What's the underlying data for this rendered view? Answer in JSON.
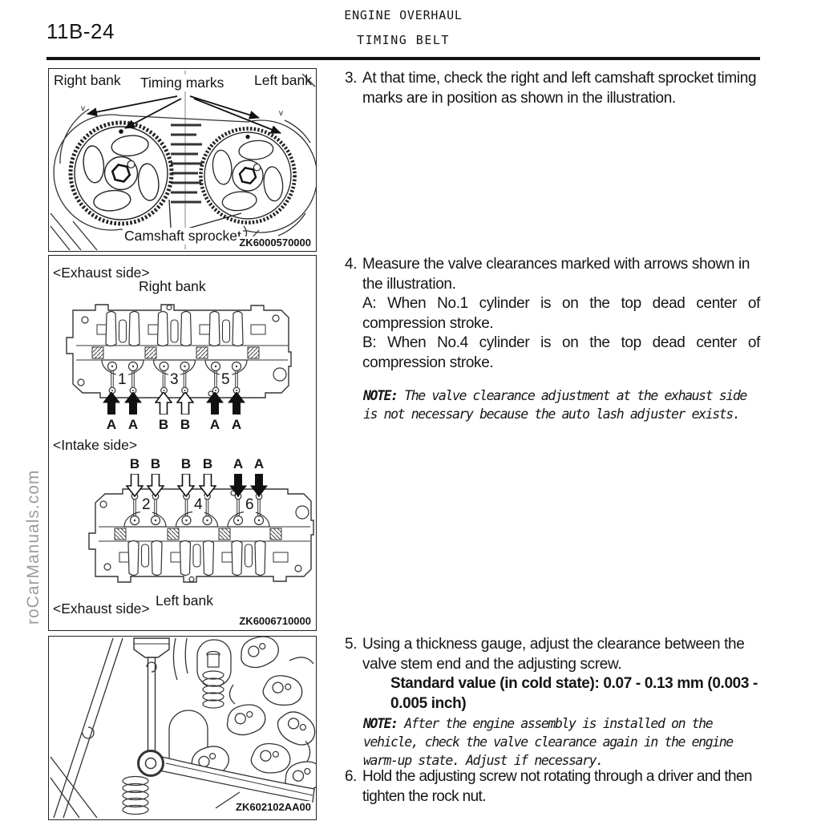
{
  "page": {
    "number": "11B-24",
    "title_line1": "ENGINE OVERHAUL",
    "title_line2": "TIMING BELT",
    "watermark": "roCarManuals.com"
  },
  "figure1": {
    "label_right_bank": "Right bank",
    "label_timing_marks": "Timing marks",
    "label_left_bank": "Left bank",
    "label_camshaft_sprocket": "Camshaft sprocket",
    "code": "ZK6000570000"
  },
  "figure2": {
    "label_exhaust_top": "<Exhaust side>",
    "label_right_bank": "Right bank",
    "label_intake": "<Intake side>",
    "label_left_bank": "Left bank",
    "label_exhaust_bottom": "<Exhaust side>",
    "code": "ZK6006710000",
    "right_bank": {
      "numbers": [
        "1",
        "3",
        "5"
      ],
      "arrows": [
        {
          "letter": "A",
          "filled": true
        },
        {
          "letter": "A",
          "filled": true
        },
        {
          "letter": "B",
          "filled": false
        },
        {
          "letter": "B",
          "filled": false
        },
        {
          "letter": "A",
          "filled": true
        },
        {
          "letter": "A",
          "filled": true
        }
      ]
    },
    "left_bank": {
      "numbers": [
        "2",
        "4",
        "6"
      ],
      "arrows": [
        {
          "letter": "B",
          "filled": false
        },
        {
          "letter": "B",
          "filled": false
        },
        {
          "letter": "B",
          "filled": false
        },
        {
          "letter": "B",
          "filled": false
        },
        {
          "letter": "A",
          "filled": true
        },
        {
          "letter": "A",
          "filled": true
        }
      ]
    }
  },
  "figure3": {
    "code": "ZK602102AA00"
  },
  "steps": {
    "s3": {
      "num": "3.",
      "text": "At that time, check the right and left camshaft sprocket timing marks are in position as shown in the illustration."
    },
    "s4": {
      "num": "4.",
      "text": "Measure the valve clearances marked with arrows shown in the illustration.",
      "a": "A: When No.1 cylinder is on the top dead center of compression stroke.",
      "b": "B: When No.4 cylinder is on the top dead center of compression stroke.",
      "note_label": "NOTE:",
      "note": "The valve clearance adjustment at the exhaust side is not necessary because the auto lash adjuster exists."
    },
    "s5": {
      "num": "5.",
      "text": "Using a thickness gauge, adjust the clearance between the valve stem end and the adjusting screw.",
      "standard": "Standard value (in cold state): 0.07 - 0.13 mm (0.003 - 0.005 inch)",
      "note_label": "NOTE:",
      "note": "After the engine assembly is installed on the vehicle, check the valve clearance again in the engine warm-up state. Adjust if necessary."
    },
    "s6": {
      "num": "6.",
      "text": "Hold the adjusting screw not rotating through a driver and then tighten the rock nut."
    }
  }
}
